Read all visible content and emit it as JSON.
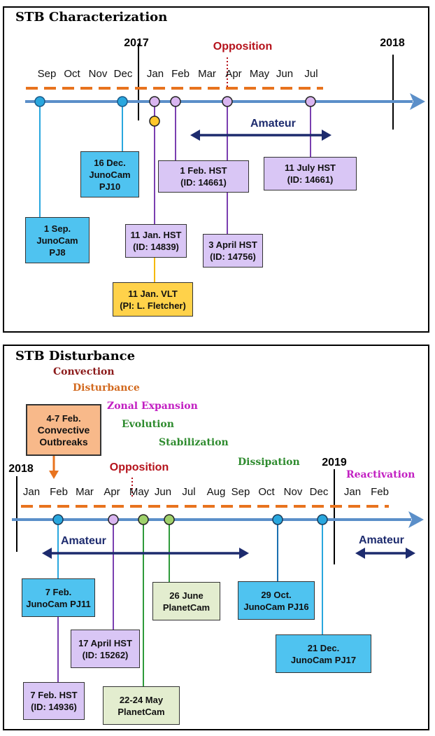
{
  "colors": {
    "axis": "#5b8fc9",
    "dash": "#e8731e",
    "amateur": "#1d2b6e",
    "opposition": "#b5121b",
    "convection": "#8b1a1a",
    "disturbance": "#d2691e",
    "zonal": "#c21fc2",
    "evolution": "#2e8b2e",
    "stabilization": "#2e8b2e",
    "dissipation": "#2e8b2e",
    "reactivation": "#c21fc2"
  },
  "top": {
    "title": "STB Characterization",
    "year_2017": "2017",
    "year_2018": "2018",
    "opposition": "Opposition",
    "amateur": "Amateur",
    "months": [
      "Sep",
      "Oct",
      "Nov",
      "Dec",
      "Jan",
      "Feb",
      "Mar",
      "Apr",
      "May",
      "Jun",
      "Jul"
    ],
    "boxes": {
      "b1": [
        "1 Sep.",
        "JunoCam",
        "PJ8"
      ],
      "b2": [
        "16 Dec.",
        "JunoCam",
        "PJ10"
      ],
      "b3": [
        "11 Jan. HST",
        "(ID: 14839)"
      ],
      "b4": [
        "11 Jan. VLT",
        "(PI: L. Fletcher)"
      ],
      "b5": [
        "1 Feb. HST",
        "(ID: 14661)"
      ],
      "b6": [
        "3 April HST",
        "(ID: 14756)"
      ],
      "b7": [
        "11 July HST",
        "(ID: 14661)"
      ]
    }
  },
  "bottom": {
    "title": "STB Disturbance",
    "year_2018": "2018",
    "year_2019": "2019",
    "opposition": "Opposition",
    "amateur1": "Amateur",
    "amateur2": "Amateur",
    "months": [
      "Jan",
      "Feb",
      "Mar",
      "Apr",
      "May",
      "Jun",
      "Jul",
      "Aug",
      "Sep",
      "Oct",
      "Nov",
      "Dec",
      "Jan",
      "Feb"
    ],
    "phases": {
      "convection": "Convection",
      "disturbance": "Disturbance",
      "zonal": "Zonal Expansion",
      "evolution": "Evolution",
      "stabilization": "Stabilization",
      "dissipation": "Dissipation",
      "reactivation": "Reactivation"
    },
    "boxes": {
      "outbreak": [
        "4-7 Feb.",
        "Convective",
        "Outbreaks"
      ],
      "b1": [
        "7 Feb.",
        "JunoCam PJ11"
      ],
      "b2": [
        "7 Feb. HST",
        "(ID: 14936)"
      ],
      "b3": [
        "17 April HST",
        "(ID: 15262)"
      ],
      "b4": [
        "22-24 May",
        "PlanetCam"
      ],
      "b5": [
        "26 June",
        "PlanetCam"
      ],
      "b6": [
        "29 Oct.",
        "JunoCam PJ16"
      ],
      "b7": [
        "21 Dec.",
        "JunoCam PJ17"
      ]
    }
  }
}
